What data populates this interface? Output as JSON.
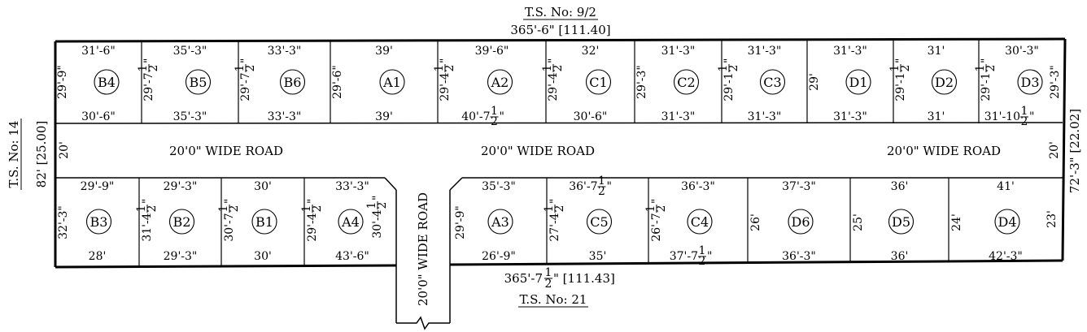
{
  "title": {
    "ts_top": "T.S. No: 9/2",
    "ts_bottom": "T.S. No: 21",
    "ts_left": "T.S. No: 14"
  },
  "overall": {
    "top": "365'-6\" [111.40]",
    "bottom_main": "365'-7",
    "bottom_tail": "\" [111.43]",
    "left": "82' [25.00]",
    "right": "72'-3\" [22.02]"
  },
  "roads": {
    "center": "20'0\" WIDE ROAD",
    "vertical": "20'0\" WIDE ROAD",
    "left_width": "20'",
    "right_width": "20'"
  },
  "fraction": {
    "num": "1",
    "den": "2"
  },
  "top_plots": [
    {
      "id": "B4",
      "top": "31'-6\"",
      "bottom": "30'-6\"",
      "side": "29'-9\""
    },
    {
      "id": "B5",
      "top": "35'-3\"",
      "bottom": "35'-3\"",
      "side": "29'-7",
      "side_frac": true
    },
    {
      "id": "B6",
      "top": "33'-3\"",
      "bottom": "33'-3\"",
      "side": "29'-7",
      "side_frac": true
    },
    {
      "id": "A1",
      "top": "39'",
      "bottom": "39'",
      "side": "29'-6\""
    },
    {
      "id": "A2",
      "top": "39'-6\"",
      "bottom": "40'-7",
      "bottom_frac": true,
      "side": "29'-4",
      "side_frac": true
    },
    {
      "id": "C1",
      "top": "32'",
      "bottom": "30'-6\"",
      "side": "29'-4",
      "side_frac": true
    },
    {
      "id": "C2",
      "top": "31'-3\"",
      "bottom": "31'-3\"",
      "side": "29'-3\""
    },
    {
      "id": "C3",
      "top": "31'-3\"",
      "bottom": "31'-3\"",
      "side": "29'-1",
      "side_frac": true
    },
    {
      "id": "D1",
      "top": "31'-3\"",
      "bottom": "31'-3\"",
      "side": "29'"
    },
    {
      "id": "D2",
      "top": "31'",
      "bottom": "31'",
      "side": "29'-1",
      "side_frac": true
    },
    {
      "id": "D3",
      "top": "30'-3\"",
      "bottom": "31'-10",
      "bottom_frac": true,
      "side": "29'-1",
      "side_frac": true,
      "right_side": "29'-3\""
    }
  ],
  "bottom_plots": [
    {
      "id": "B3",
      "top": "29'-9\"",
      "bottom": "28'",
      "side": "32'-3\""
    },
    {
      "id": "B2",
      "top": "29'-3\"",
      "bottom": "29'-3\"",
      "side": "31'-4",
      "side_frac": true
    },
    {
      "id": "B1",
      "top": "30'",
      "bottom": "30'",
      "side": "30'-7",
      "side_frac": true
    },
    {
      "id": "A4",
      "top": "33'-3\"",
      "bottom": "43'-6\"",
      "side": "29'-4",
      "side_frac": true,
      "right_side": "30'-4",
      "right_side_frac": true
    },
    {
      "id": "A3",
      "top": "35'-3\"",
      "bottom": "26'-9\"",
      "side": "29'-9\""
    },
    {
      "id": "C5",
      "top": "36'-7",
      "top_frac": true,
      "bottom": "35'",
      "side": "27'-4",
      "side_frac": true
    },
    {
      "id": "C4",
      "top": "36'-3\"",
      "bottom": "37'-7",
      "bottom_frac": true,
      "side": "26'-7",
      "side_frac": true
    },
    {
      "id": "D6",
      "top": "37'-3\"",
      "bottom": "36'-3\"",
      "side": "26'"
    },
    {
      "id": "D5",
      "top": "36'",
      "bottom": "36'",
      "side": "25'"
    },
    {
      "id": "D4",
      "top": "41'",
      "bottom": "42'-3\"",
      "side": "24'",
      "right_side": "23'"
    }
  ]
}
